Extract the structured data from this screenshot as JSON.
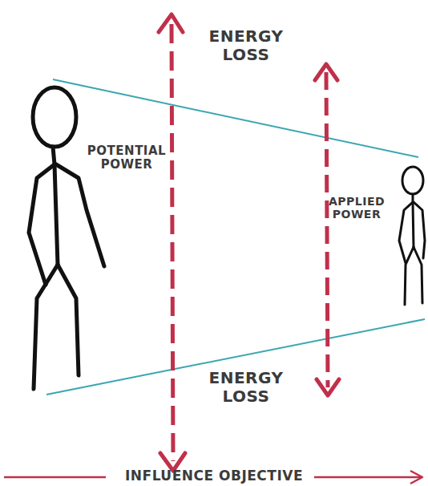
{
  "diagram": {
    "labels": [
      "ENERGY LOSS",
      "POTENTIAL POWER",
      "APPLIED POWER",
      "ENERGY LOSS",
      "INFLUENCE OBJECTIVE"
    ]
  }
}
